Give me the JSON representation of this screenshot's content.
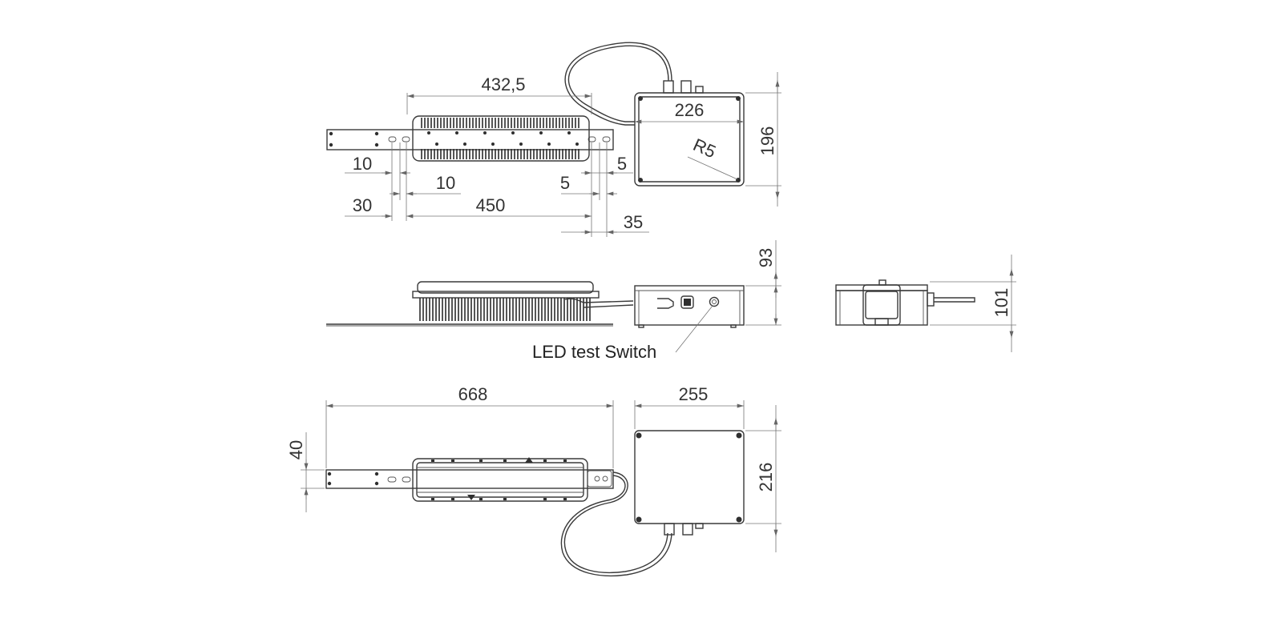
{
  "dimensions": {
    "top_width": "432,5",
    "box_width": "226",
    "box_height": "196",
    "radius": "R5",
    "left_10_a": "10",
    "left_10_b": "10",
    "right_5_a": "5",
    "right_5_b": "5",
    "offset_30": "30",
    "spacing_450": "450",
    "offset_35": "35",
    "side_height": "93",
    "end_height": "101",
    "total_length": "668",
    "box_length": "255",
    "bracket_width": "40",
    "box_depth": "216"
  },
  "labels": {
    "test_switch": "LED test Switch"
  }
}
